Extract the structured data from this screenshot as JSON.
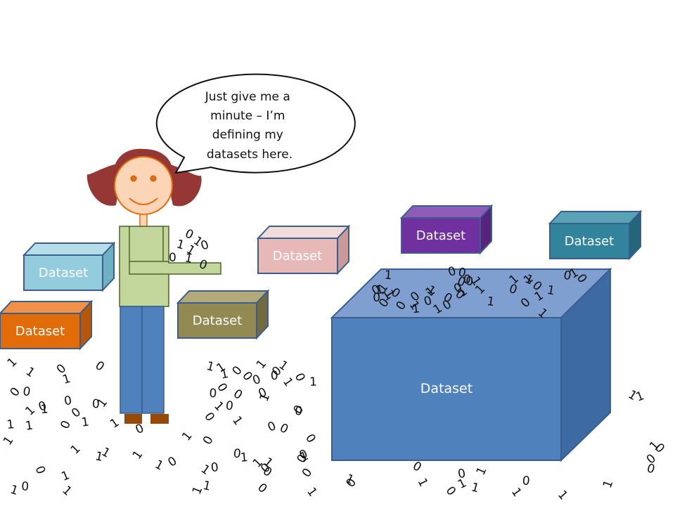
{
  "speech_bubble": {
    "lines": [
      "Just give me a",
      "minute – I’m",
      "defining my",
      "datasets here."
    ]
  },
  "dataset_label": "Dataset",
  "colors": {
    "light_blue": "#93cddd",
    "orange": "#e36c0a",
    "olive": "#938953",
    "pink": "#e6b9b8",
    "purple": "#7030a0",
    "teal": "#31849b",
    "big_blue": "#4f81bd",
    "shirt": "#c3d69b",
    "pants": "#4f81bd",
    "hair": "#953735",
    "face": "#fbd5b5",
    "face_outline": "#e46c0a"
  },
  "bits": {
    "hand": [
      "0",
      "1",
      "1",
      "1",
      "0",
      "0",
      "1",
      "0"
    ],
    "box_top": [
      "1",
      "0",
      "0",
      "1",
      "0",
      "1",
      "1",
      "0",
      "1",
      "0",
      "0",
      "1",
      "1",
      "0",
      "1",
      "0",
      "0",
      "1",
      "1",
      "0",
      "1",
      "0",
      "0",
      "1",
      "0",
      "1",
      "1",
      "0",
      "0",
      "1",
      "0",
      "1",
      "1",
      "0",
      "0",
      "1",
      "1",
      "0",
      "1",
      "0",
      "0",
      "1"
    ],
    "floor": [
      "0",
      "1",
      "1",
      "0",
      "0",
      "1",
      "0",
      "1",
      "1",
      "0",
      "0",
      "0",
      "0",
      "1",
      "1",
      "1",
      "0",
      "0",
      "1",
      "0",
      "1",
      "1",
      "0",
      "1",
      "0",
      "0",
      "1",
      "1",
      "0",
      "1",
      "0",
      "0",
      "1",
      "1",
      "0",
      "0",
      "1",
      "1",
      "0",
      "0",
      "1",
      "1",
      "0",
      "0",
      "1",
      "0",
      "1",
      "1",
      "0",
      "0",
      "1",
      "0",
      "1",
      "1",
      "0",
      "1",
      "0",
      "0",
      "1",
      "1",
      "0",
      "1",
      "1",
      "0",
      "0",
      "1",
      "1",
      "0",
      "1",
      "0",
      "1",
      "1",
      "0",
      "0",
      "1",
      "0",
      "1",
      "1",
      "0",
      "1",
      "1",
      "0",
      "0",
      "1",
      "0",
      "1",
      "0",
      "1",
      "1",
      "0",
      "0",
      "1",
      "0",
      "1",
      "0",
      "1"
    ]
  }
}
